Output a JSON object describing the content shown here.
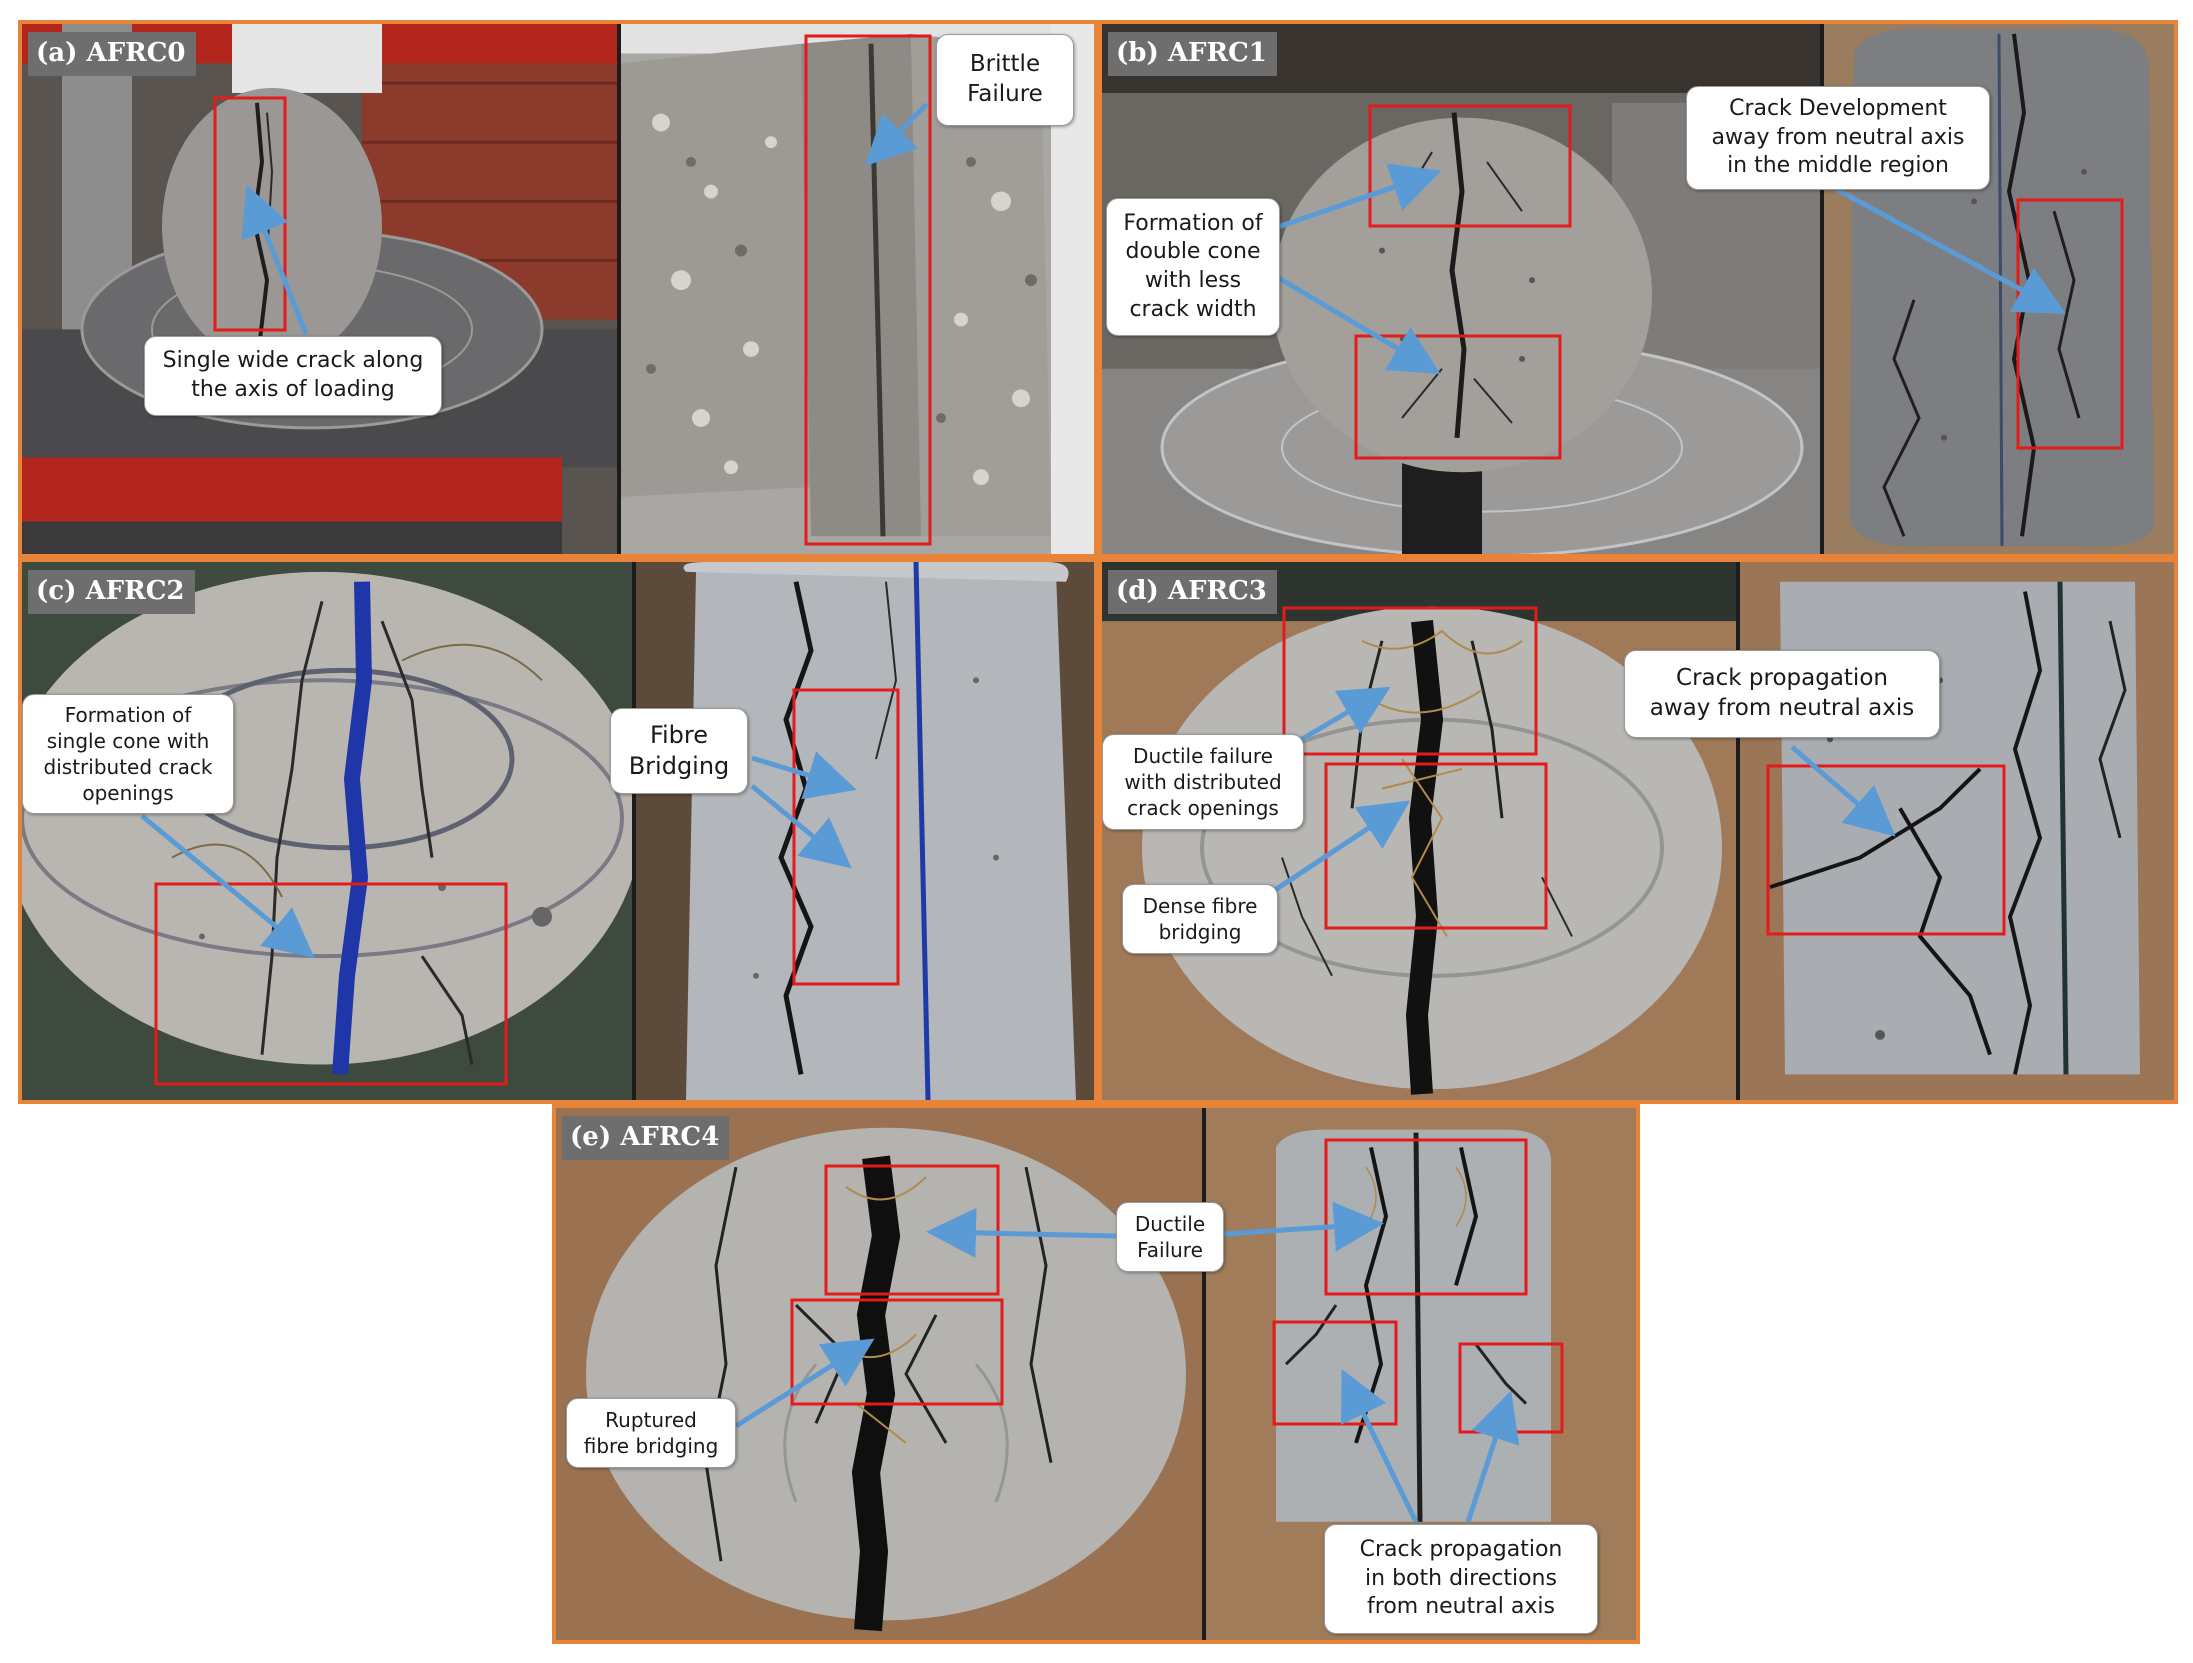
{
  "colors": {
    "panel_border": "#e8833a",
    "highlight_box": "#e31b1b",
    "arrow": "#5b9bd5",
    "tag_bg": "#6e6e6e",
    "callout_bg": "#ffffff"
  },
  "panels": {
    "a": {
      "label": "(a) AFRC0",
      "callouts": {
        "crack": "Single wide crack along\nthe axis of loading",
        "brittle": "Brittle\nFailure"
      }
    },
    "b": {
      "label": "(b) AFRC1",
      "callouts": {
        "double_cone": "Formation of\ndouble cone\nwith less\ncrack width",
        "development": "Crack Development\naway from neutral axis\nin the middle region"
      }
    },
    "c": {
      "label": "(c) AFRC2",
      "callouts": {
        "single_cone": "Formation of\nsingle cone with\ndistributed crack\nopenings",
        "bridging": "Fibre\nBridging"
      }
    },
    "d": {
      "label": "(d) AFRC3",
      "callouts": {
        "ductile": "Ductile failure\nwith distributed\ncrack openings",
        "dense": "Dense fibre\nbridging",
        "propagation": "Crack propagation\naway from neutral axis"
      }
    },
    "e": {
      "label": "(e) AFRC4",
      "callouts": {
        "ductile": "Ductile\nFailure",
        "ruptured": "Ruptured\nfibre bridging",
        "propagation": "Crack propagation\nin both directions\nfrom neutral axis"
      }
    }
  }
}
